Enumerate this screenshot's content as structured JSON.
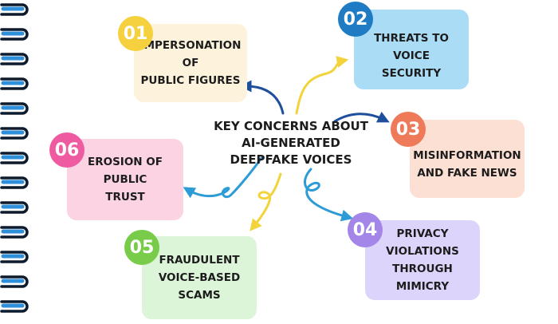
{
  "title_lines": [
    "KEY CONCERNS ABOUT",
    "AI-GENERATED",
    "DEEPFAKE VOICES"
  ],
  "items": [
    {
      "number": "01",
      "lines": [
        "IMPERSONATION OF",
        "PUBLIC FIGURES"
      ],
      "bg": "#fdf3dd",
      "badge": "#f5d13f"
    },
    {
      "number": "02",
      "lines": [
        "THREATS TO VOICE",
        "SECURITY"
      ],
      "bg": "#aadcf6",
      "badge": "#1f7cc4"
    },
    {
      "number": "03",
      "lines": [
        "MISINFORMATION",
        "AND FAKE NEWS"
      ],
      "bg": "#fde0d4",
      "badge": "#ee7a5a"
    },
    {
      "number": "04",
      "lines": [
        "PRIVACY",
        "VIOLATIONS",
        "THROUGH MIMICRY"
      ],
      "bg": "#ddd4fb",
      "badge": "#a386e8"
    },
    {
      "number": "05",
      "lines": [
        "FRAUDULENT",
        "VOICE-BASED",
        "SCAMS"
      ],
      "bg": "#dcf5d8",
      "badge": "#79cc4a"
    },
    {
      "number": "06",
      "lines": [
        "EROSION OF PUBLIC",
        "TRUST"
      ],
      "bg": "#fbd3e3",
      "badge": "#ef5ba0"
    }
  ]
}
